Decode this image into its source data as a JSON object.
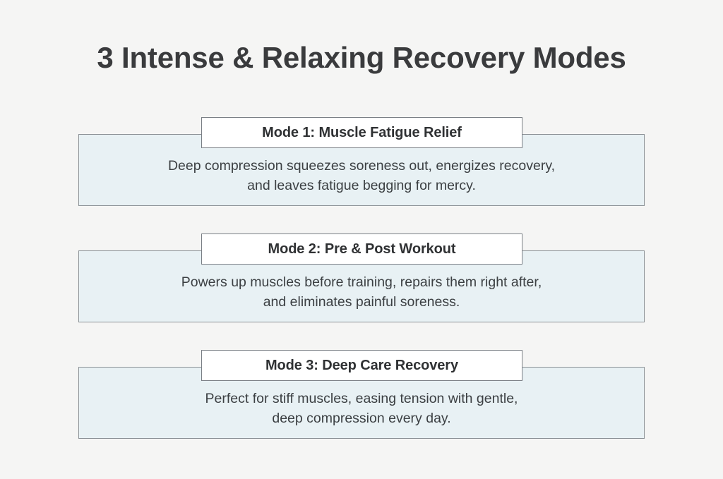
{
  "page": {
    "title": "3 Intense & Relaxing Recovery Modes",
    "background_color": "#f5f5f4",
    "title_color": "#3a3b3d"
  },
  "style": {
    "card_fill": "#e8f1f4",
    "card_border": "#8b9196",
    "title_box_fill": "#ffffff",
    "title_box_border": "#7a7f85",
    "body_text_color": "#3c4043"
  },
  "modes": [
    {
      "title": "Mode 1: Muscle Fatigue Relief",
      "line1": "Deep compression squeezes soreness out, energizes recovery,",
      "line2": "and leaves fatigue begging for mercy."
    },
    {
      "title": "Mode 2: Pre & Post Workout",
      "line1": "Powers up muscles before training, repairs them right after,",
      "line2": "and eliminates painful soreness."
    },
    {
      "title": "Mode 3: Deep Care Recovery",
      "line1": "Perfect for stiff muscles, easing tension with gentle,",
      "line2": "deep compression every day."
    }
  ]
}
